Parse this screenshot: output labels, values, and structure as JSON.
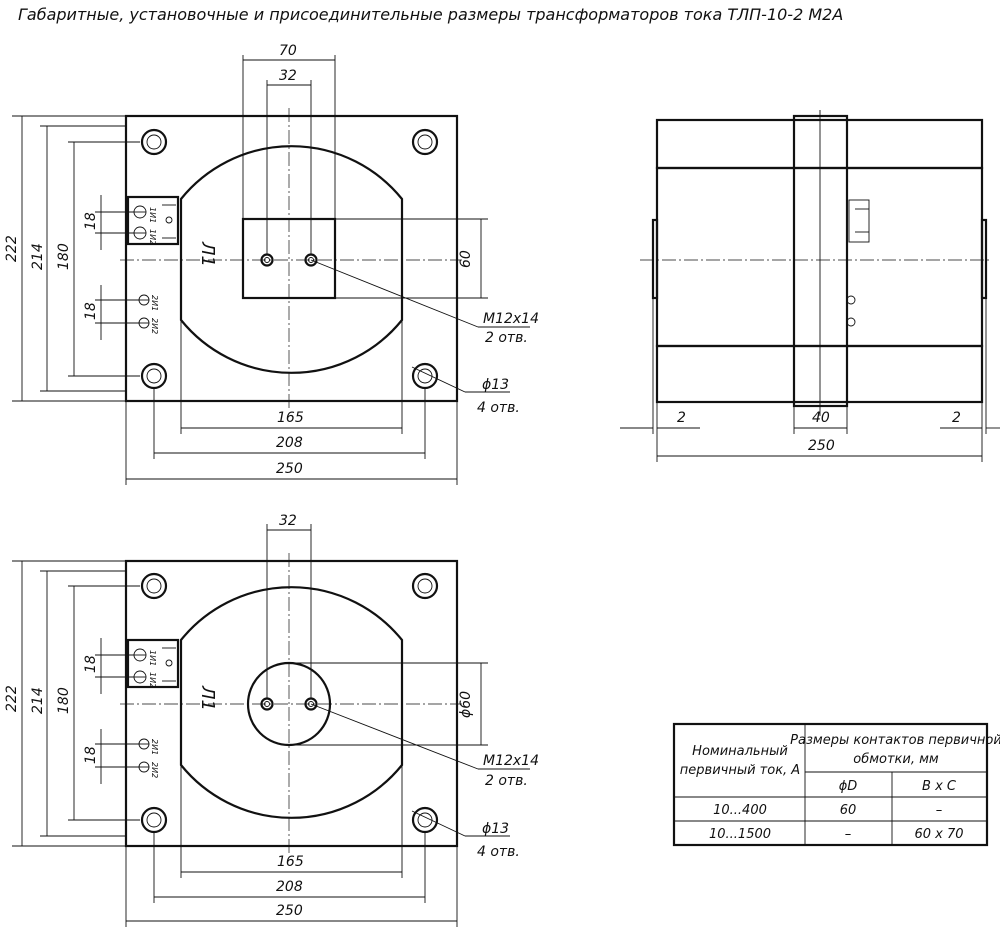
{
  "title": "Габаритные, установочные и присоединительные размеры трансформаторов тока ТЛП-10-2 М2А",
  "view_top": {
    "dims": {
      "overall_width": "70",
      "hole_spacing": "32",
      "height_total": "222",
      "height_mount": "214",
      "height_inner": "180",
      "terminal_pitch_upper": "18",
      "terminal_pitch_lower": "18",
      "contact_height": "60",
      "window_width": "165",
      "mount_spacing": "208",
      "width_total": "250"
    },
    "callout_thread_1": "M12x14",
    "callout_thread_2": "2 отв.",
    "callout_hole_1": "ϕ13",
    "callout_hole_2": "4 отв.",
    "marking": "Л1",
    "terminals": [
      "1И1",
      "1И2",
      "2И1",
      "2И2"
    ]
  },
  "view_side": {
    "dims": {
      "gap_left": "2",
      "band_width": "40",
      "gap_right": "2",
      "width_total": "250"
    }
  },
  "view_bottom": {
    "dims": {
      "hole_spacing": "32",
      "height_total": "222",
      "height_mount": "214",
      "height_inner": "180",
      "terminal_pitch_upper": "18",
      "terminal_pitch_lower": "18",
      "contact_diameter": "ϕ60",
      "window_width": "165",
      "mount_spacing": "208",
      "width_total": "250"
    },
    "callout_thread_1": "M12x14",
    "callout_thread_2": "2 отв.",
    "callout_hole_1": "ϕ13",
    "callout_hole_2": "4 отв.",
    "marking": "Л1",
    "terminals": [
      "1И1",
      "1И2",
      "2И1",
      "2И2"
    ]
  },
  "table": {
    "header_current_1": "Номинальный",
    "header_current_2": "первичный ток, А",
    "header_sizes_1": "Размеры контактов первичной",
    "header_sizes_2": "обмотки, мм",
    "sub_d": "ϕD",
    "sub_bc": "B x C",
    "rows": [
      {
        "current": "10...400",
        "d": "60",
        "bc": "–"
      },
      {
        "current": "10...1500",
        "d": "–",
        "bc": "60 х 70"
      }
    ]
  }
}
